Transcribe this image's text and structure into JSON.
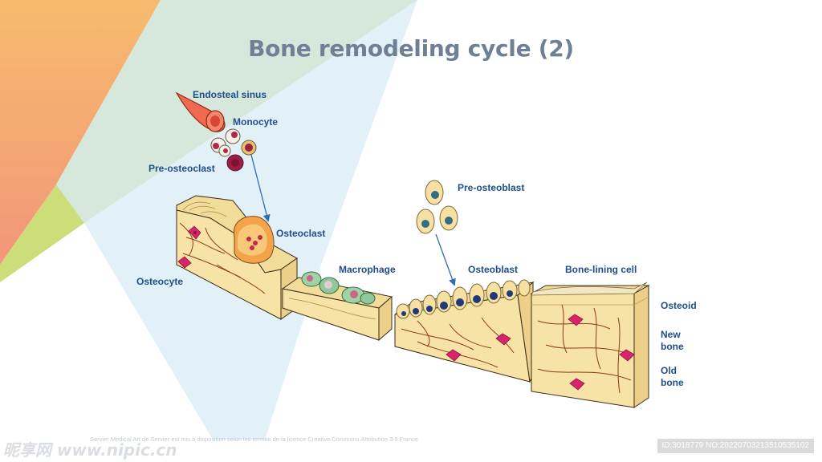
{
  "title": "Bone remodeling cycle (2)",
  "labels": {
    "endosteal_sinus": "Endosteal sinus",
    "monocyte": "Monocyte",
    "pre_osteoclast": "Pre-osteoclast",
    "osteoclast": "Osteoclast",
    "osteocyte": "Osteocyte",
    "macrophage": "Macrophage",
    "pre_osteoblast": "Pre-osteoblast",
    "osteoblast": "Osteoblast",
    "bone_lining_cell": "Bone-lining cell",
    "osteoid": "Osteoid",
    "new_bone_1": "New",
    "new_bone_2": "bone",
    "old_bone_1": "Old",
    "old_bone_2": "bone"
  },
  "credit": "Servier Medical Art de Servier est mis à disposition selon les termes de la licence Creative Commons Attribution 3.0 France",
  "watermark": {
    "left": "昵享网 www.nipic.cn",
    "right": "ID:3018779 NO:20220703213510535102"
  },
  "colors": {
    "title": "#6f7f95",
    "label": "#1f4e8c",
    "bone": "#f7e3a6",
    "bone_side": "#ecd08a",
    "bone_lines": "#8a3b1c",
    "osteocyte": "#d9246b",
    "arrow": "#2f6db5"
  }
}
